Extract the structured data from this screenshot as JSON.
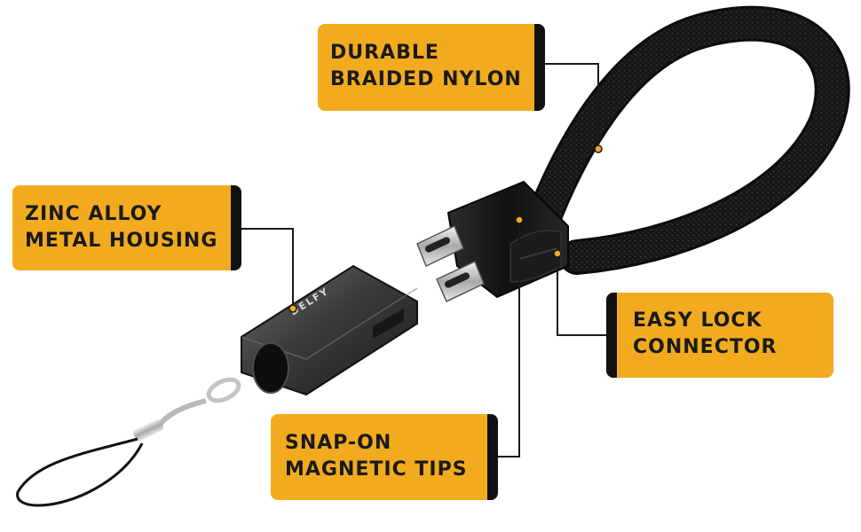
{
  "callouts": {
    "durable": {
      "line1": "DURABLE",
      "line2": "BRAIDED NYLON"
    },
    "zinc": {
      "line1": "ZINC ALLOY",
      "line2": "METAL HOUSING"
    },
    "easy": {
      "line1": "EASY LOCK",
      "line2": "CONNECTOR"
    },
    "snap": {
      "line1": "SNAP-ON",
      "line2": "MAGNETIC TIPS"
    }
  },
  "housing_brand": "DELFY",
  "colors": {
    "callout_bg": "#f2ab1f",
    "callout_tab": "#111111",
    "leader_line": "#1a1a1a",
    "leader_dot": "#f2ab1f"
  }
}
